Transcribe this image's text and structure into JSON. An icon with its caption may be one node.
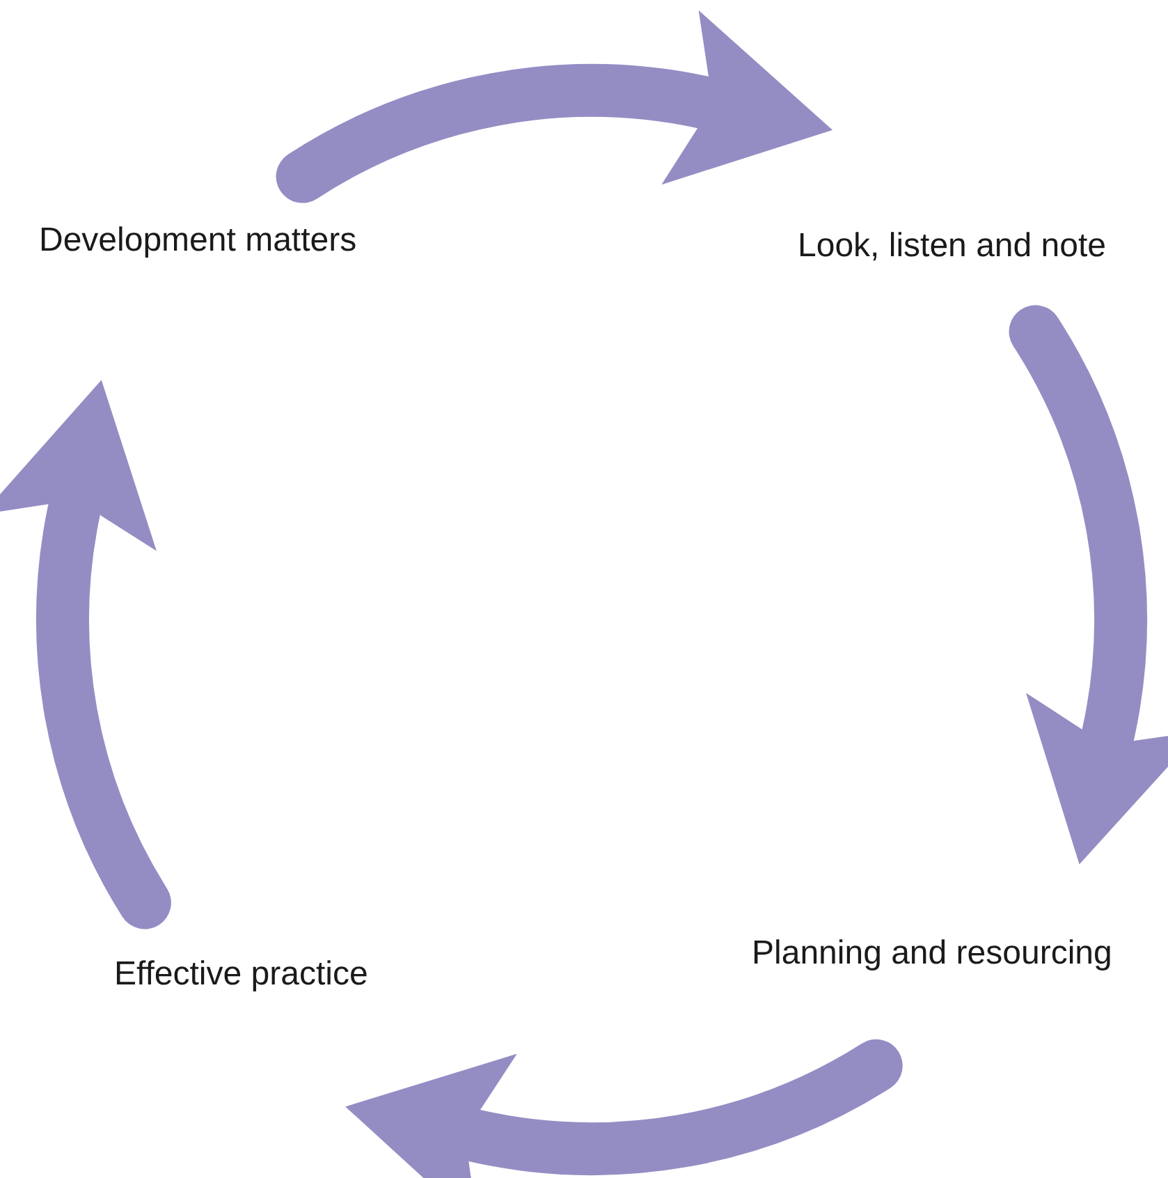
{
  "diagram": {
    "nodes": [
      {
        "text": [
          "Development matters"
        ]
      },
      {
        "text": [
          "Look, listen and note"
        ]
      },
      {
        "text": [
          "Planning and resourcing"
        ]
      },
      {
        "text": [
          "Effective practice"
        ]
      }
    ],
    "edges": [
      {
        "from": 0,
        "to": 1,
        "arrow": "to"
      },
      {
        "from": 1,
        "to": 2,
        "arrow": "to"
      },
      {
        "from": 2,
        "to": 3,
        "arrow": "to"
      },
      {
        "from": 3,
        "to": 0,
        "arrow": "to"
      }
    ]
  }
}
